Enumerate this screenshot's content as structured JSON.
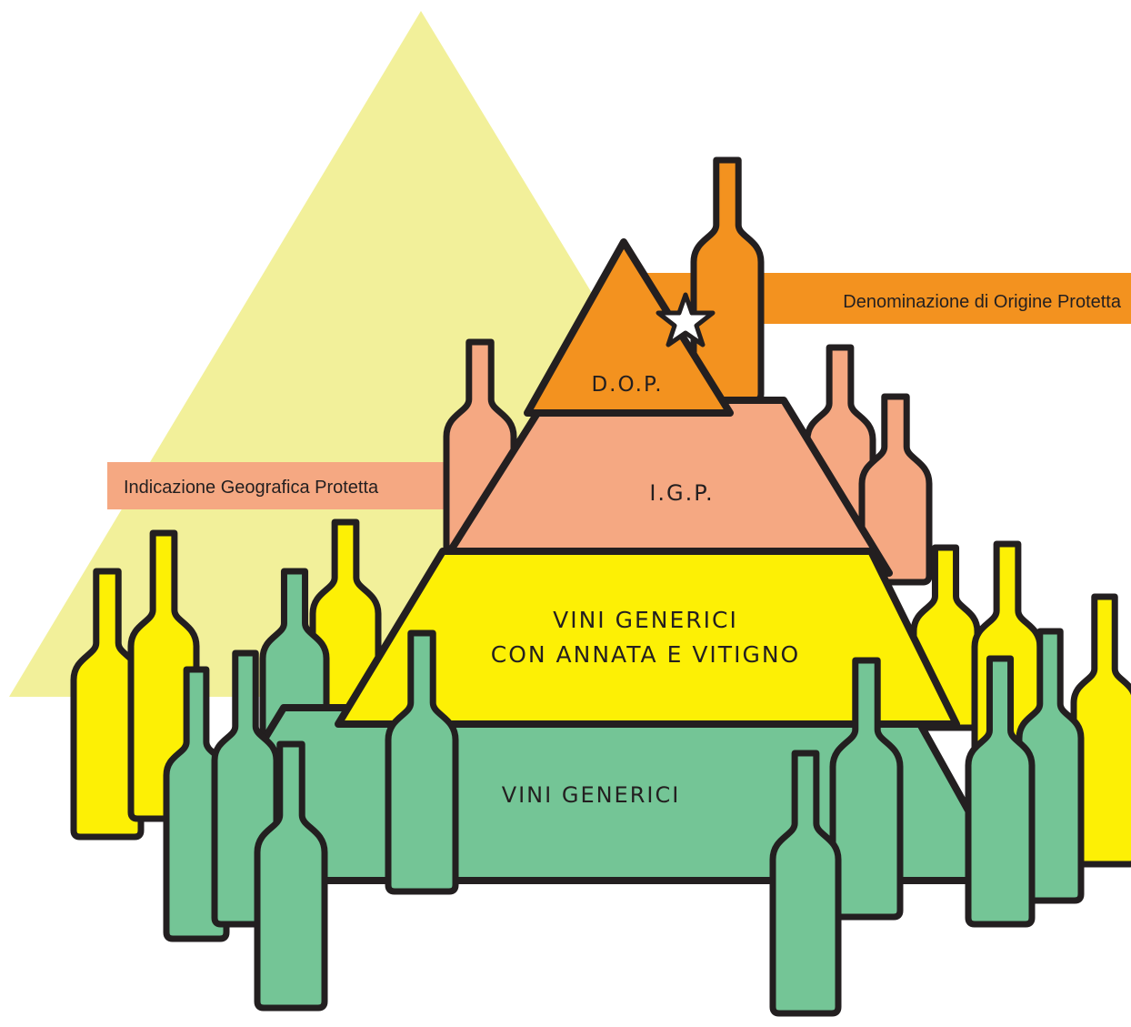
{
  "banners": {
    "dop": "Denominazione di Origine Protetta",
    "igp": "Indicazione Geografica Protetta"
  },
  "tiers": {
    "dop": "D.O.P.",
    "igp": "I.G.P.",
    "vini_annata_line1": "VINI GENERICI",
    "vini_annata_line2": "CON ANNATA E VITIGNO",
    "vini_generici": "VINI GENERICI"
  },
  "colors": {
    "background_triangle": "#f2f09a",
    "dop": "#f3921f",
    "igp": "#f5a882",
    "annata": "#fdf005",
    "generici": "#74c596",
    "outline": "#231f20",
    "star": "#ffffff"
  }
}
